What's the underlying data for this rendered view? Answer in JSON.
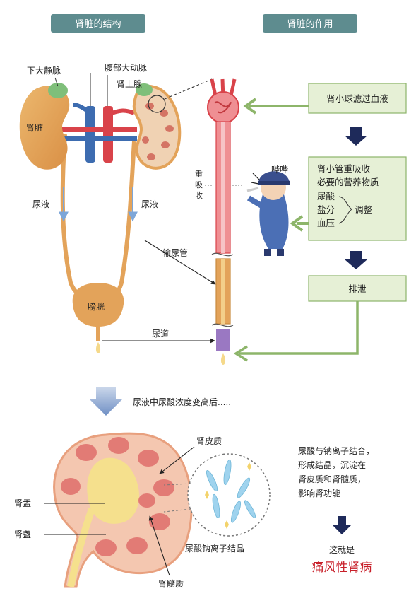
{
  "sections": {
    "structure_title": "肾脏的结构",
    "function_title": "肾脏的作用"
  },
  "labels": {
    "ivc": "下大静脉",
    "aorta": "腹部大动脉",
    "adrenal": "肾上腺",
    "kidney": "肾脏",
    "urine_left": "尿液",
    "urine_right": "尿液",
    "ureter": "输尿管",
    "bladder": "膀胱",
    "urethra": "尿道",
    "reabsorb": [
      "重",
      "吸",
      "收"
    ],
    "whistle": "哔哔"
  },
  "flow": {
    "step1": "肾小球滤过血液",
    "step2_lines": [
      "肾小管重吸收",
      "必要的营养物质"
    ],
    "step2_items": [
      "尿酸",
      "盐分",
      "血压"
    ],
    "step2_adjust": "调整",
    "step3": "排泄"
  },
  "bottom": {
    "after_text": "尿液中尿酸浓度变高后.....",
    "cortex": "肾皮质",
    "pelvis": "肾盂",
    "calyx": "肾盏",
    "medulla": "肾髓质",
    "crystal": "尿酸钠离子结晶",
    "explain_lines": [
      "尿酸与钠离子结合，",
      "形成结晶，沉淀在",
      "肾皮质和肾髓质，",
      "影响肾功能"
    ],
    "conclusion": "这就是",
    "disease": "痛风性肾病"
  },
  "colors": {
    "title_bg": "#5e8c8f",
    "box_fill": "#e6f0d6",
    "box_stroke": "#8db56a",
    "arrow_green": "#8db56a",
    "dark_arrow": "#1e2a5a",
    "kidney": "#e3a35a",
    "artery": "#d9434a",
    "vein": "#3d6cb0",
    "disease_red": "#c8202a"
  }
}
